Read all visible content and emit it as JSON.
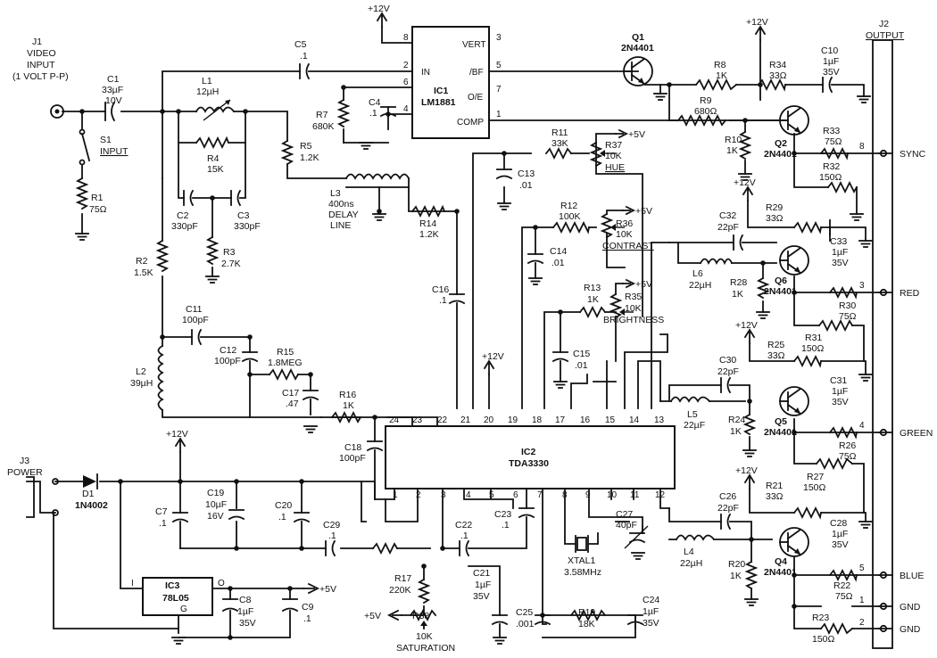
{
  "connectors": {
    "j1": [
      "J1",
      "VIDEO",
      "INPUT",
      "(1 VOLT P-P)"
    ],
    "j2": [
      "J2",
      "OUTPUT"
    ],
    "j3": [
      "J3",
      "POWER"
    ]
  },
  "outputs": [
    {
      "pin": "8",
      "name": "SYNC"
    },
    {
      "pin": "3",
      "name": "RED"
    },
    {
      "pin": "4",
      "name": "GREEN"
    },
    {
      "pin": "5",
      "name": "BLUE"
    },
    {
      "pin": "1",
      "name": "GND"
    },
    {
      "pin": "2",
      "name": "GND"
    }
  ],
  "ics": {
    "ic1": {
      "ref": "IC1",
      "part": "LM1881",
      "pins": {
        "p8": "8",
        "p2": "2",
        "p6": "6",
        "p4": "4",
        "p3": "3",
        "p5": "5",
        "p7": "7",
        "p1": "1"
      },
      "signals": {
        "in": "IN",
        "vert": "VERT",
        "bf": "/BF",
        "oe": "O/E",
        "comp": "COMP"
      }
    },
    "ic2": {
      "ref": "IC2",
      "part": "TDA3330",
      "top_pins": [
        "24",
        "23",
        "22",
        "21",
        "20",
        "19",
        "18",
        "17",
        "16",
        "15",
        "14",
        "13"
      ],
      "bottom_pins": [
        "1",
        "2",
        "3",
        "4",
        "5",
        "6",
        "7",
        "8",
        "9",
        "10",
        "11",
        "12"
      ]
    },
    "ic3": {
      "ref": "IC3",
      "part": "78L05",
      "pins": {
        "i": "I",
        "o": "O",
        "g": "G"
      }
    }
  },
  "supplies": {
    "v12": "+12V",
    "v5": "+5V"
  },
  "components": {
    "c1": [
      "C1",
      "33µF",
      "10V"
    ],
    "c5": [
      "C5",
      ".1"
    ],
    "l1": [
      "L1",
      "12µH"
    ],
    "r4": [
      "R4",
      "15K"
    ],
    "r5": [
      "R5",
      "1.2K"
    ],
    "c2": [
      "C2",
      "330pF"
    ],
    "c3": [
      "C3",
      "330pF"
    ],
    "r3": [
      "R3",
      "2.7K"
    ],
    "s1": [
      "S1",
      "INPUT"
    ],
    "r1": [
      "R1",
      "75Ω"
    ],
    "r7": [
      "R7",
      "680K"
    ],
    "c4": [
      "C4",
      ".1"
    ],
    "l3": [
      "L3",
      "400ns",
      "DELAY",
      "LINE"
    ],
    "r14": [
      "R14",
      "1.2K"
    ],
    "r2": [
      "R2",
      "1.5K"
    ],
    "c11": [
      "C11",
      "100pF"
    ],
    "l2": [
      "L2",
      "39µH"
    ],
    "c12": [
      "C12",
      "100pF"
    ],
    "r15": [
      "R15",
      "1.8MEG"
    ],
    "c17": [
      "C17",
      ".47"
    ],
    "r16": [
      "R16",
      "1K"
    ],
    "c18": [
      "C18",
      "100pF"
    ],
    "c16": [
      "C16",
      ".1"
    ],
    "c13": [
      "C13",
      ".01"
    ],
    "r11": [
      "R11",
      "33K"
    ],
    "r37": [
      "R37",
      "10K",
      "HUE"
    ],
    "r12": [
      "R12",
      "100K"
    ],
    "r36": [
      "R36",
      "10K",
      "CONTRAST"
    ],
    "c14": [
      "C14",
      ".01"
    ],
    "r13": [
      "R13",
      "1K"
    ],
    "r35": [
      "R35",
      "10K",
      "BRIGHTNESS"
    ],
    "c15": [
      "C15",
      ".01"
    ],
    "q1": [
      "Q1",
      "2N4401"
    ],
    "r8": [
      "R8",
      "1K"
    ],
    "r34": [
      "R34",
      "33Ω"
    ],
    "c10": [
      "C10",
      "1µF",
      "35V"
    ],
    "r9": [
      "R9",
      "680Ω"
    ],
    "q2": [
      "Q2",
      "2N4401"
    ],
    "r10": [
      "R10",
      "1K"
    ],
    "r33": [
      "R33",
      "75Ω"
    ],
    "r32": [
      "R32",
      "150Ω"
    ],
    "c32": [
      "C32",
      "22pF"
    ],
    "r29": [
      "R29",
      "33Ω"
    ],
    "c33": [
      "C33",
      "1µF",
      "35V"
    ],
    "l6": [
      "L6",
      "22µH"
    ],
    "q6": [
      "Q6",
      "2N4401"
    ],
    "r28": [
      "R28",
      "1K"
    ],
    "r30": [
      "R30",
      "75Ω"
    ],
    "r31": [
      "R31",
      "150Ω"
    ],
    "c30": [
      "C30",
      "22pF"
    ],
    "r25": [
      "R25",
      "33Ω"
    ],
    "c31": [
      "C31",
      "1µF",
      "35V"
    ],
    "l5": [
      "L5",
      "22µF"
    ],
    "q5": [
      "Q5",
      "2N4401"
    ],
    "r24": [
      "R24",
      "1K"
    ],
    "r26": [
      "R26",
      "75Ω"
    ],
    "r27": [
      "R27",
      "150Ω"
    ],
    "c26": [
      "C26",
      "22pF"
    ],
    "r21": [
      "R21",
      "33Ω"
    ],
    "c28": [
      "C28",
      "1µF",
      "35V"
    ],
    "l4": [
      "L4",
      "22µH"
    ],
    "q4": [
      "Q4",
      "2N4401"
    ],
    "r20": [
      "R20",
      "1K"
    ],
    "r22": [
      "R22",
      "75Ω"
    ],
    "r23": [
      "R23",
      "150Ω"
    ],
    "d1": [
      "D1",
      "1N4002"
    ],
    "c7": [
      "C7",
      ".1"
    ],
    "c19": [
      "C19",
      "10µF",
      "16V"
    ],
    "c20": [
      "C20",
      ".1"
    ],
    "c29": [
      "C29",
      ".1"
    ],
    "c22": [
      "C22",
      ".1"
    ],
    "c23": [
      "C23",
      ".1"
    ],
    "c8": [
      "C8",
      "1µF",
      "35V"
    ],
    "c9": [
      "C9",
      ".1"
    ],
    "r17": [
      "R17",
      "220K"
    ],
    "c21": [
      "C21",
      "1µF",
      "35V"
    ],
    "r38": [
      "R38",
      "10K",
      "SATURATION"
    ],
    "xtal1": [
      "XTAL1",
      "3.58MHz"
    ],
    "c27": [
      "C27",
      "40pF"
    ],
    "c25": [
      "C25",
      ".001"
    ],
    "r19": [
      "R19",
      "18K"
    ],
    "c24": [
      "C24",
      "1µF",
      "35V"
    ]
  }
}
